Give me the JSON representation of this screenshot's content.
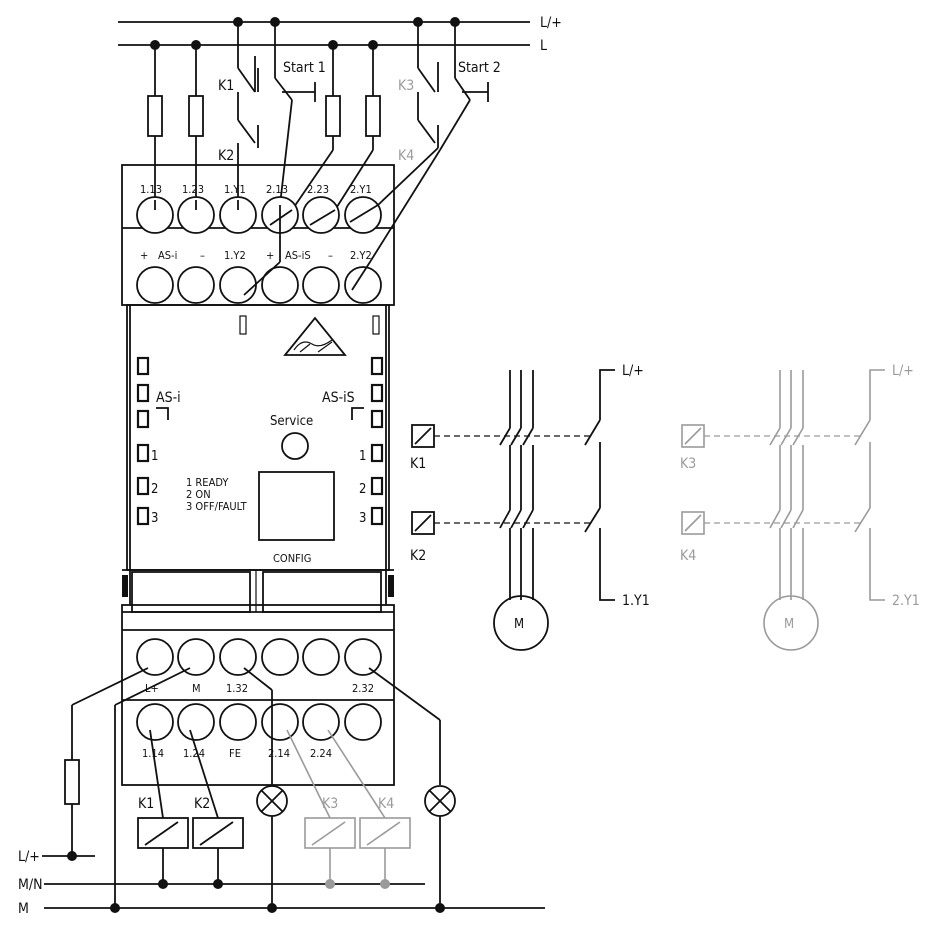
{
  "supply_lines": {
    "l_plus": "L/+",
    "l": "L",
    "l_plus_left": "L/+",
    "m_n": "M/N",
    "m": "M"
  },
  "top_contacts": {
    "k1": "K1",
    "k2": "K2",
    "k3": "K3",
    "k4": "K4",
    "start1": "Start 1",
    "start2": "Start 2"
  },
  "top_terminals_row1": [
    "1.13",
    "1.23",
    "1.Y1",
    "2.13",
    "2.23",
    "2.Y1"
  ],
  "top_terminals_row2": {
    "plus1": "+",
    "asi": "AS-i",
    "minus1": "–",
    "y12": "1.Y2",
    "plus2": "+",
    "asis": "AS-iS",
    "minus2": "–",
    "y22": "2.Y2"
  },
  "module": {
    "asi_label": "AS-i",
    "asis_label": "AS-iS",
    "service_label": "Service",
    "config_label": "CONFIG",
    "led_numbers_left": [
      "1",
      "2",
      "3"
    ],
    "led_numbers_right": [
      "1",
      "2",
      "3"
    ],
    "legend": [
      "1 READY",
      "2 ON",
      "3 OFF/FAULT"
    ]
  },
  "bottom_terminals_row1": {
    "lplus": "L+",
    "m": "M",
    "t132": "1.32",
    "t232": "2.32"
  },
  "bottom_terminals_row2": [
    "1.14",
    "1.24",
    "FE",
    "2.14",
    "2.24"
  ],
  "bottom_loads": {
    "k1": "K1",
    "k2": "K2",
    "k3": "K3",
    "k4": "K4"
  },
  "motor_circuits": [
    {
      "supply": "L/+",
      "coil_top": "K1",
      "coil_bottom": "K2",
      "motor": "M",
      "output": "1.Y1",
      "color": "#111111"
    },
    {
      "supply": "L/+",
      "coil_top": "K3",
      "coil_bottom": "K4",
      "motor": "M",
      "output": "2.Y1",
      "color": "#9a9a9a"
    }
  ]
}
